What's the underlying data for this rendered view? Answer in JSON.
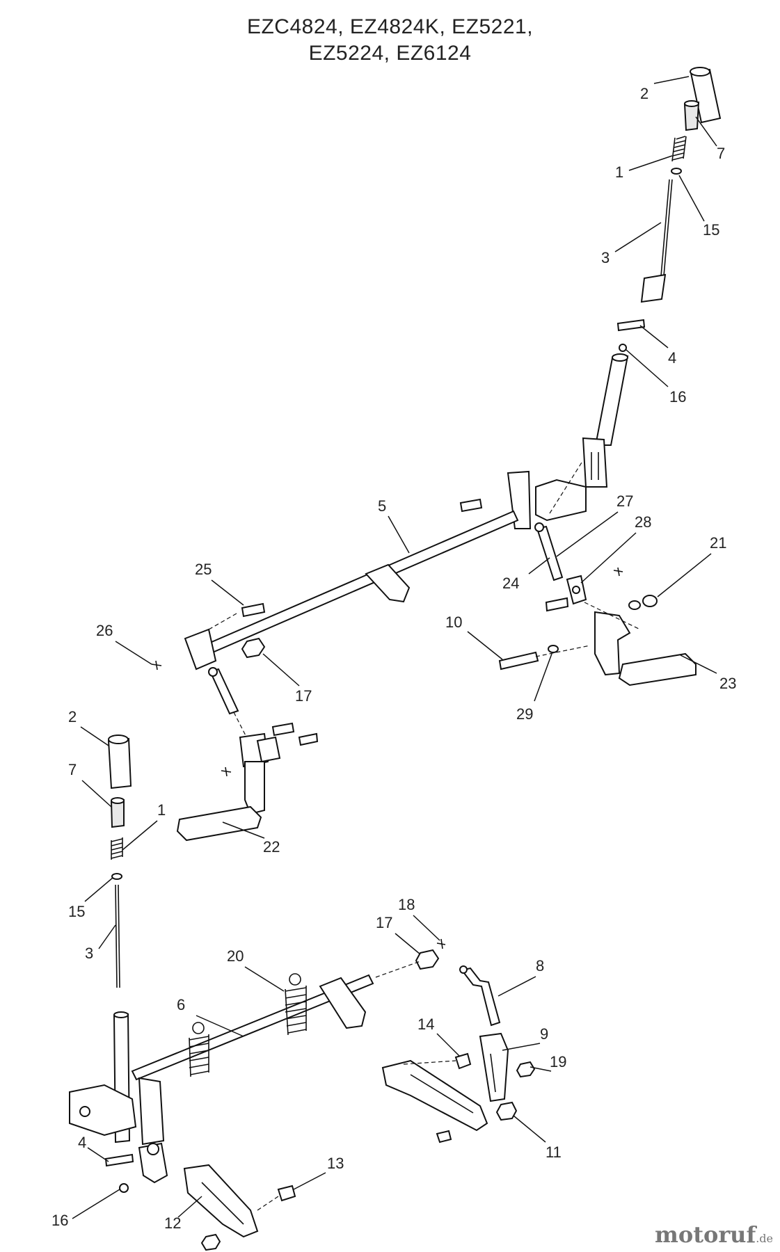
{
  "title": {
    "line1": "EZC4824, EZ4824K, EZ5221,",
    "line2": "EZ5224, EZ6124"
  },
  "watermark": {
    "brand": "motoruf",
    "tld": ".de"
  },
  "callouts": [
    "2",
    "7",
    "1",
    "15",
    "3",
    "4",
    "16",
    "5",
    "27",
    "28",
    "21",
    "24",
    "25",
    "26",
    "17",
    "10",
    "23",
    "29",
    "2",
    "7",
    "1",
    "22",
    "15",
    "3",
    "18",
    "17",
    "20",
    "8",
    "6",
    "9",
    "14",
    "19",
    "11",
    "4",
    "13",
    "16",
    "12"
  ]
}
